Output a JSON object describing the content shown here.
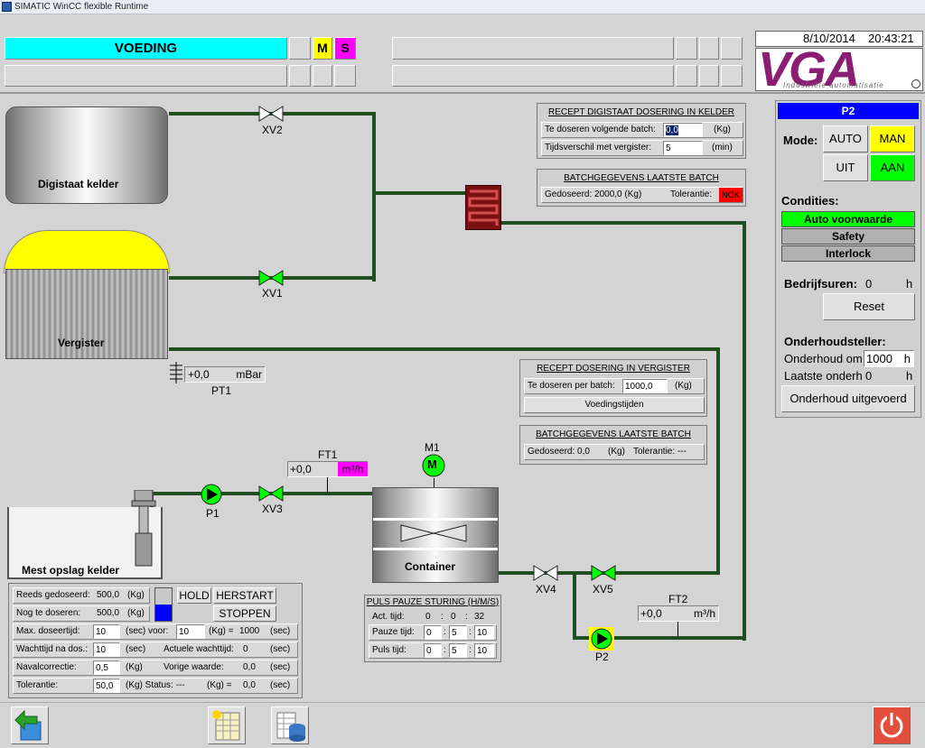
{
  "window": {
    "title": "SIMATIC WinCC flexible Runtime"
  },
  "header": {
    "title": "VOEDING",
    "mode_m": "M",
    "mode_s": "S",
    "date": "8/10/2014",
    "time": "20:43:21",
    "logo_text": "VGA",
    "logo_sub": "Industriële automatisatie"
  },
  "tanks": {
    "digistaat": "Digistaat kelder",
    "vergister": "Vergister",
    "mest": "Mest opslag kelder",
    "container": "Container"
  },
  "valves": {
    "xv1": "XV1",
    "xv2": "XV2",
    "xv3": "XV3",
    "xv4": "XV4",
    "xv5": "XV5"
  },
  "pumps": {
    "p1": "P1",
    "p2": "P2",
    "m1": "M1",
    "m1_symbol": "M"
  },
  "pt1": {
    "value": "+0,0",
    "unit": "mBar",
    "label": "PT1"
  },
  "ft1": {
    "label": "FT1",
    "value": "+0,0",
    "unit": "m³/h"
  },
  "ft2": {
    "label": "FT2",
    "value": "+0,0",
    "unit": "m³/h"
  },
  "recept_digistaat": {
    "title": "RECEPT DIGISTAAT DOSERING IN KELDER",
    "row1_label": "Te doseren volgende batch:",
    "row1_value": "0,0",
    "row1_unit": "(Kg)",
    "row2_label": "Tijdsverschil met vergister:",
    "row2_value": "5",
    "row2_unit": "(min)"
  },
  "batch_digistaat": {
    "title": "BATCHGEGEVENS LAATSTE BATCH",
    "gedoseerd": "Gedoseerd: 2000,0  (Kg)",
    "tolerantie": "Tolerantie:",
    "tol_status": "NOK"
  },
  "recept_vergister": {
    "title": "RECEPT DOSERING IN VERGISTER",
    "row_label": "Te doseren per batch:",
    "row_value": "1000,0",
    "row_unit": "(Kg)",
    "button": "Voedingstijden"
  },
  "batch_vergister": {
    "title": "BATCHGEGEVENS LAATSTE BATCH",
    "gedoseerd": "Gedoseerd: 0,0",
    "unit": "(Kg)",
    "tolerantie": "Tolerantie: ---"
  },
  "puls": {
    "title": "PULS PAUZE STURING (H/M/S)",
    "act_label": "Act. tijd:",
    "act_h": "0",
    "act_m": "0",
    "act_s": "32",
    "sep": ":",
    "pauze_label": "Pauze tijd:",
    "pauze_h": "0",
    "pauze_m": "5",
    "pauze_s": "10",
    "puls_label": "Puls tijd:",
    "puls_h": "0",
    "puls_m": "5",
    "puls_s": "10"
  },
  "dosing": {
    "reeds_label": "Reeds gedoseerd:",
    "reeds_value": "500,0",
    "nog_label": "Nog te doseren:",
    "nog_value": "500,0",
    "kg": "(Kg)",
    "hold": "HOLD",
    "herstart": "HERSTART",
    "stoppen": "STOPPEN",
    "max_label": "Max. doseertijd:",
    "max_value": "10",
    "max_unit": "(sec) voor:",
    "voor_value": "10",
    "voor_unit": "(Kg) =",
    "voor_result": "1000",
    "sec": "(sec)",
    "wacht_label": "Wachttijd na dos.:",
    "wacht_value": "10",
    "wacht_unit": "(sec)",
    "actuele_label": "Actuele wachttijd:",
    "actuele_value": "0",
    "naval_label": "Navalcorrectie:",
    "naval_value": "0,5",
    "vorige_label": "Vorige waarde:",
    "vorige_value": "0,0",
    "tol_label": "Tolerantie:",
    "tol_value": "50,0",
    "status_label": "(Kg) Status: ---",
    "status_kg": "(Kg) =",
    "status_value": "0,0"
  },
  "p2panel": {
    "title": "P2",
    "mode_label": "Mode:",
    "auto": "AUTO",
    "man": "MAN",
    "uit": "UIT",
    "aan": "AAN",
    "condities": "Condities:",
    "cond1": "Auto voorwaarde",
    "cond2": "Safety",
    "cond3": "Interlock",
    "bedrijf_label": "Bedrijfsuren:",
    "bedrijf_value": "0",
    "h": "h",
    "reset": "Reset",
    "onderhoud_title": "Onderhoudsteller:",
    "onderhoud_om_label": "Onderhoud om",
    "onderhoud_om_value": "1000",
    "laatste_label": "Laatste onderh",
    "laatste_value": "0",
    "onderhoud_btn": "Onderhoud uitgevoerd"
  },
  "colors": {
    "cyan": "#00ffff",
    "yellow": "#ffff00",
    "magenta": "#ff00ff",
    "green": "#00ff00",
    "pipe": "#1f4f1f",
    "blue_title": "#0000ff",
    "nok_red": "#ff0000"
  },
  "icons": [
    "back-icon",
    "recipe-icon",
    "database-icon",
    "power-icon"
  ]
}
